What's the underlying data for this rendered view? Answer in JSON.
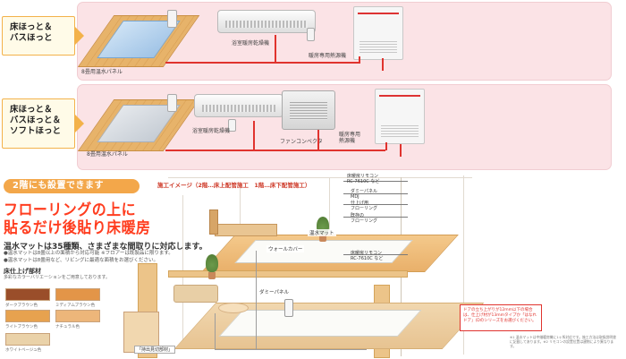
{
  "systems": [
    {
      "label": "床ほっと＆\nバスほっと",
      "mat_label": "8畳用温水パネル",
      "dryer_label": "浴室暖房乾燥機",
      "heater_label": "暖房専用熱源機"
    },
    {
      "label": "床ほっと＆\nバスほっと＆\nソフトほっと",
      "mat_label": "8畳用温水パネル",
      "dryer_label": "浴室暖房乾燥機",
      "fancon_label": "ファンコンベクタ",
      "heater_label": "暖房専用\n熱源機"
    }
  ],
  "second_floor": {
    "banner": "2階にも設置できます",
    "title_line1": "フローリングの上に",
    "title_line2": "貼るだけ後貼り床暖房",
    "subhead": "温水マットは35種類、さまざまな間取りに対応します。",
    "bullets": [
      "●温水マットは8畳以上の面積から対応可能 ※フロアーは既製品に限ります。",
      "●温水マットは8畳用など、リビングに最適な面積をお選びください。"
    ],
    "finish_title": "床仕上げ部材",
    "finish_sub": "多彩なカラーバリエーションをご用意しております。",
    "swatches": [
      {
        "label": "ダークブラウン色",
        "color": "#9a4e2a"
      },
      {
        "label": "ミディアムブラウン色",
        "color": "#e39548"
      },
      {
        "label": "ライトブラウン色",
        "color": "#e7a24f"
      },
      {
        "label": "ナチュラル色",
        "color": "#edb67a"
      },
      {
        "label": "ホワイトベージュ色",
        "color": "#ead2a9"
      }
    ],
    "illustration_header": "施工イメージ（2階…床上配管施工　1階…床下配管施工）",
    "callouts": [
      "床暖房リモコン\nRC-7610C など",
      "ダミーパネル\nMDJ",
      "仕上げ用\nフローリング",
      "既存の\nフローリング",
      "床暖房リモコン\nRC-7610C など"
    ],
    "room_labels": {
      "mat": "温水マット",
      "wall_cover": "ウォールカバー",
      "dummy_panel": "ダミーパネル"
    },
    "detail_label": "「持出見切部材」",
    "note": "ドアの立ち上がりが12mm以下の場合は、仕上げ材が13mmタイプか「はなれドア」(Dのシリーズをお選びください。",
    "footnote": "※1 温水マットは中継暖房機に1ヶ所対応です。施工方法は取扱説明書に記載してあります。※2 リモコンの設置位置は建物により異なります。"
  }
}
